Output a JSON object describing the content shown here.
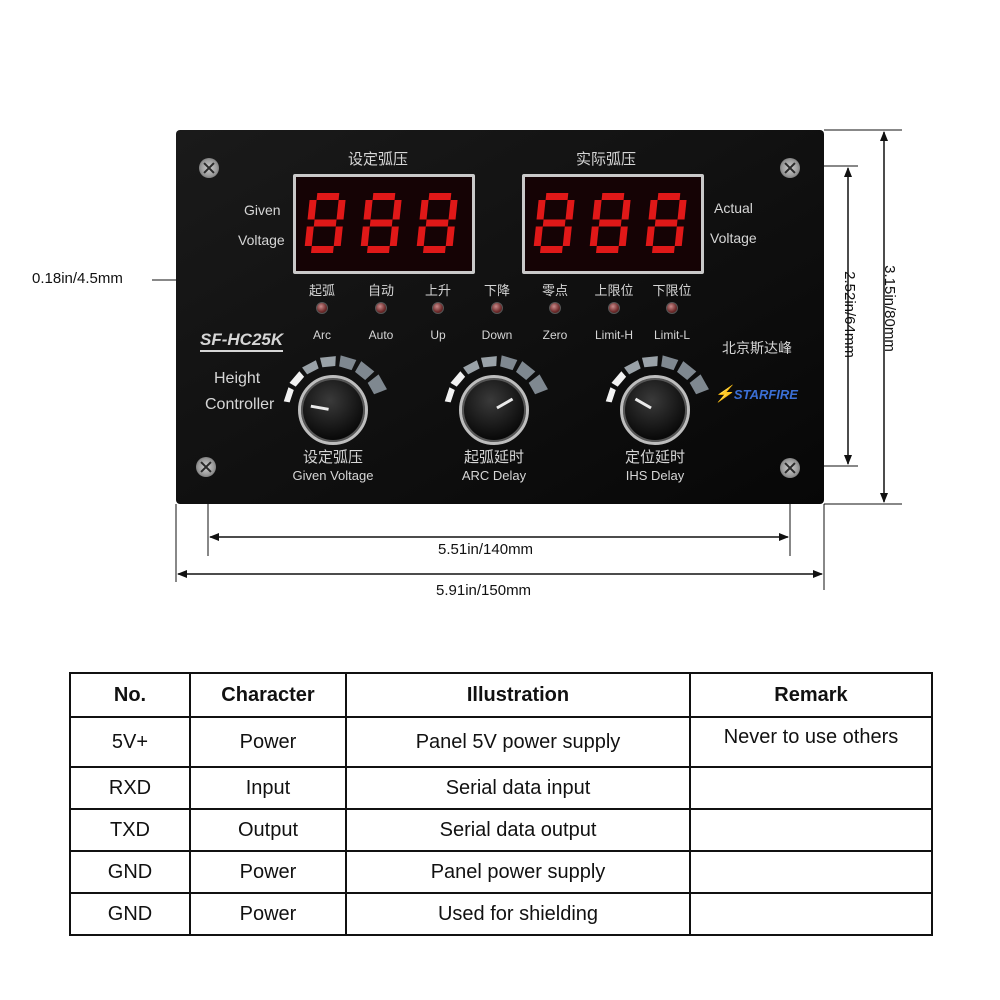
{
  "panel": {
    "given_title": "设定弧压",
    "actual_title": "实际弧压",
    "given_label": [
      "Given",
      "Voltage"
    ],
    "actual_label": [
      "Actual",
      "Voltage"
    ],
    "display_given": "888",
    "display_actual": "888",
    "indicators": [
      {
        "cn": "起弧",
        "en": "Arc"
      },
      {
        "cn": "自动",
        "en": "Auto"
      },
      {
        "cn": "上升",
        "en": "Up"
      },
      {
        "cn": "下降",
        "en": "Down"
      },
      {
        "cn": "零点",
        "en": "Zero"
      },
      {
        "cn": "上限位",
        "en": "Limit-H"
      },
      {
        "cn": "下限位",
        "en": "Limit-L"
      }
    ],
    "model": "SF-HC25K",
    "product_name": [
      "Height",
      "Controller"
    ],
    "brand_cn": "北京斯达峰",
    "brand_logo": "STARFIRE",
    "knobs": [
      {
        "cn": "设定弧压",
        "en": "Given Voltage"
      },
      {
        "cn": "起弧延时",
        "en": "ARC Delay"
      },
      {
        "cn": "定位延时",
        "en": "IHS Delay"
      }
    ],
    "colors": {
      "panel": "#0e0e0e",
      "led_digit": "#e01818",
      "display_frame": "#c9c9c9"
    }
  },
  "dimensions": {
    "hole_diameter": "0.18in/4.5mm",
    "hole_spacing_vertical": "2.52in/64mm",
    "height": "3.15in/80mm",
    "hole_spacing_horizontal": "5.51in/140mm",
    "width": "5.91in/150mm"
  },
  "table": {
    "headers": [
      "No.",
      "Character",
      "Illustration",
      "Remark"
    ],
    "rows": [
      [
        "5V+",
        "Power",
        "Panel 5V power supply",
        "Never to use others"
      ],
      [
        "RXD",
        "Input",
        "Serial data input",
        ""
      ],
      [
        "TXD",
        "Output",
        "Serial data output",
        ""
      ],
      [
        "GND",
        "Power",
        "Panel power supply",
        ""
      ],
      [
        "GND",
        "Power",
        "Used for shielding",
        ""
      ]
    ]
  }
}
